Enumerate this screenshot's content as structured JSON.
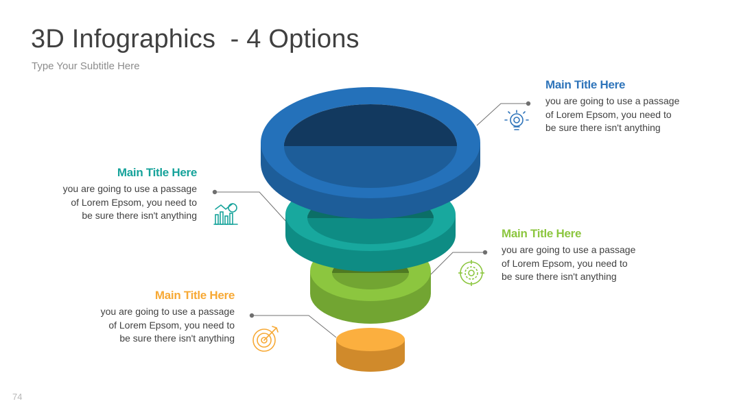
{
  "header": {
    "title": "3D Infographics  - 4 Options",
    "subtitle": "Type Your Subtitle Here"
  },
  "footer": {
    "page_number": "74"
  },
  "options": [
    {
      "title": "Main Title Here",
      "body": "you are going to use a passage of Lorem Epsom, you need to be sure there isn't anything",
      "color": "#2E74BA",
      "icon": "lightbulb-icon"
    },
    {
      "title": "Main Title Here",
      "body": "you are going to use a passage of Lorem Epsom, you need to be sure there isn't anything",
      "color": "#17A39B",
      "icon": "chart-growth-icon"
    },
    {
      "title": "Main Title Here",
      "body": "you are going to use a passage of Lorem Epsom, you need to be sure there isn't anything",
      "color": "#8CC63F",
      "icon": "settings-target-icon"
    },
    {
      "title": "Main Title Here",
      "body": "you are going to use a passage of Lorem Epsom, you need to be sure there isn't anything",
      "color": "#F7A935",
      "icon": "target-arrow-icon"
    }
  ]
}
